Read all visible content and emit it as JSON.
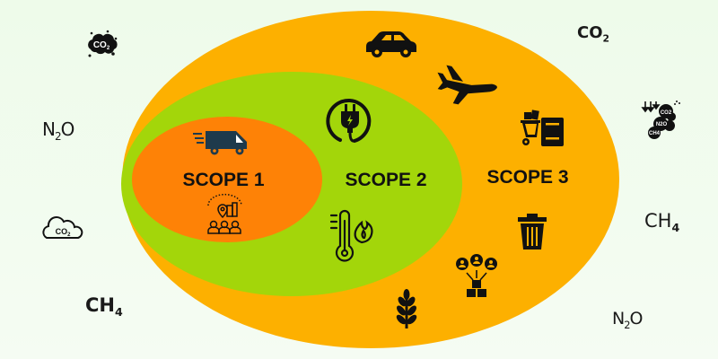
{
  "title": "Greenhouse Gas Emission Scopes",
  "colors": {
    "background": "#eefbea",
    "scope3": "#fdb000",
    "scope2": "#a3d60a",
    "scope1": "#fe8206",
    "icon": "#111111",
    "van": "#1e3a4c"
  },
  "scopes": [
    {
      "id": "scope1",
      "label": "SCOPE 1",
      "icons": [
        "delivery-van-icon",
        "location-people-icon"
      ]
    },
    {
      "id": "scope2",
      "label": "SCOPE 2",
      "icons": [
        "electric-plug-icon",
        "thermometer-flame-icon"
      ]
    },
    {
      "id": "scope3",
      "label": "SCOPE 3",
      "icons": [
        "car-icon",
        "airplane-icon",
        "waste-cart-icon",
        "trash-bin-icon",
        "distribution-network-icon",
        "wheat-icon"
      ]
    }
  ],
  "gases": {
    "co2_cloud_top": {
      "base": "CO",
      "sub": "2"
    },
    "n2o_left": {
      "base": "N",
      "sub": "2",
      "tail": "O"
    },
    "co2_cloud_outline": {
      "base": "CO",
      "sub": "2"
    },
    "ch4_left": {
      "base": "CH",
      "sub": "4"
    },
    "co2_top_right": {
      "base": "CO",
      "sub": "2"
    },
    "gas_cluster": {
      "co2": "CO2",
      "n2o": "N2O",
      "ch4": "CH4"
    },
    "ch4_right": {
      "base": "CH",
      "sub": "4"
    },
    "n2o_bottom_right": {
      "base": "N",
      "sub": "2",
      "tail": "O"
    }
  }
}
